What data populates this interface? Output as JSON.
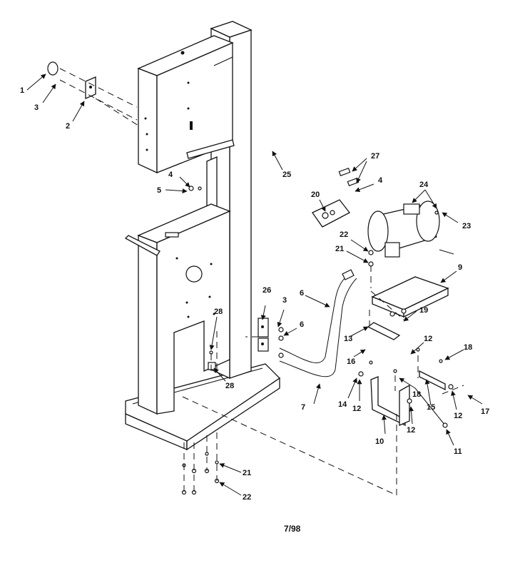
{
  "callouts": {
    "c1": "1",
    "c2": "2",
    "c3a": "3",
    "c3b": "3",
    "c4a": "4",
    "c4b": "4",
    "c5": "5",
    "c6a": "6",
    "c6b": "6",
    "c7": "7",
    "c9": "9",
    "c10": "10",
    "c11": "11",
    "c12a": "12",
    "c12b": "12",
    "c12c": "12",
    "c12d": "12",
    "c13": "13",
    "c14": "14",
    "c15": "15",
    "c16": "16",
    "c17": "17",
    "c18a": "18",
    "c18b": "18",
    "c19": "19",
    "c20": "20",
    "c21a": "21",
    "c21b": "21",
    "c22a": "22",
    "c22b": "22",
    "c23": "23",
    "c24": "24",
    "c25": "25",
    "c26": "26",
    "c27": "27",
    "c28a": "28",
    "c28b": "28"
  },
  "footer": {
    "date_code": "7/98"
  }
}
